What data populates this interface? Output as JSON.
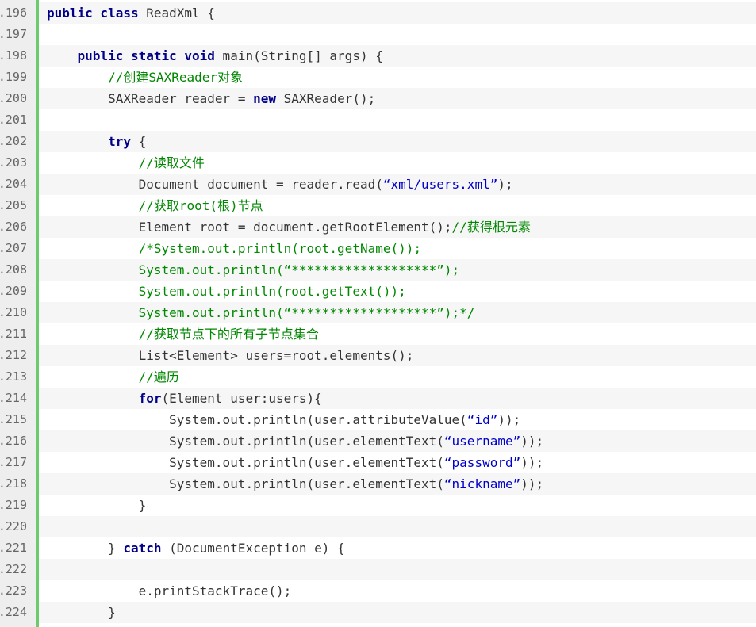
{
  "editor": {
    "lines": [
      {
        "num": "196.",
        "segs": [
          [
            "kw",
            "public class"
          ],
          [
            "pl",
            " ReadXml {"
          ]
        ]
      },
      {
        "num": "197.",
        "segs": []
      },
      {
        "num": "198.",
        "segs": [
          [
            "pl",
            "    "
          ],
          [
            "kw",
            "public static void"
          ],
          [
            "pl",
            " main(String[] args) {"
          ]
        ]
      },
      {
        "num": "199.",
        "segs": [
          [
            "pl",
            "        "
          ],
          [
            "cm",
            "//创建SAXReader对象"
          ]
        ]
      },
      {
        "num": "200.",
        "segs": [
          [
            "pl",
            "        SAXReader reader = "
          ],
          [
            "kw",
            "new"
          ],
          [
            "pl",
            " SAXReader();"
          ]
        ]
      },
      {
        "num": "201.",
        "segs": []
      },
      {
        "num": "202.",
        "segs": [
          [
            "pl",
            "        "
          ],
          [
            "kw",
            "try"
          ],
          [
            "pl",
            " {"
          ]
        ]
      },
      {
        "num": "203.",
        "segs": [
          [
            "pl",
            "            "
          ],
          [
            "cm",
            "//读取文件"
          ]
        ]
      },
      {
        "num": "204.",
        "segs": [
          [
            "pl",
            "            Document document = reader.read("
          ],
          [
            "st",
            "“xml/users.xml”"
          ],
          [
            "pl",
            ");"
          ]
        ]
      },
      {
        "num": "205.",
        "segs": [
          [
            "pl",
            "            "
          ],
          [
            "cm",
            "//获取root(根)节点"
          ]
        ]
      },
      {
        "num": "206.",
        "segs": [
          [
            "pl",
            "            Element root = document.getRootElement();"
          ],
          [
            "cm",
            "//获得根元素"
          ]
        ]
      },
      {
        "num": "207.",
        "segs": [
          [
            "pl",
            "            "
          ],
          [
            "cm",
            "/*System.out.println(root.getName());"
          ]
        ]
      },
      {
        "num": "208.",
        "segs": [
          [
            "pl",
            "            "
          ],
          [
            "cm",
            "System.out.println(“*******************”);"
          ]
        ]
      },
      {
        "num": "209.",
        "segs": [
          [
            "pl",
            "            "
          ],
          [
            "cm",
            "System.out.println(root.getText());"
          ]
        ]
      },
      {
        "num": "210.",
        "segs": [
          [
            "pl",
            "            "
          ],
          [
            "cm",
            "System.out.println(“*******************”);*/"
          ]
        ]
      },
      {
        "num": "211.",
        "segs": [
          [
            "pl",
            "            "
          ],
          [
            "cm",
            "//获取节点下的所有子节点集合"
          ]
        ]
      },
      {
        "num": "212.",
        "segs": [
          [
            "pl",
            "            List<Element> users=root.elements();"
          ]
        ]
      },
      {
        "num": "213.",
        "segs": [
          [
            "pl",
            "            "
          ],
          [
            "cm",
            "//遍历"
          ]
        ]
      },
      {
        "num": "214.",
        "segs": [
          [
            "pl",
            "            "
          ],
          [
            "kw",
            "for"
          ],
          [
            "pl",
            "(Element user:users){"
          ]
        ]
      },
      {
        "num": "215.",
        "segs": [
          [
            "pl",
            "                System.out.println(user.attributeValue("
          ],
          [
            "st",
            "“id”"
          ],
          [
            "pl",
            "));"
          ]
        ]
      },
      {
        "num": "216.",
        "segs": [
          [
            "pl",
            "                System.out.println(user.elementText("
          ],
          [
            "st",
            "“username”"
          ],
          [
            "pl",
            "));"
          ]
        ]
      },
      {
        "num": "217.",
        "segs": [
          [
            "pl",
            "                System.out.println(user.elementText("
          ],
          [
            "st",
            "“password”"
          ],
          [
            "pl",
            "));"
          ]
        ]
      },
      {
        "num": "218.",
        "segs": [
          [
            "pl",
            "                System.out.println(user.elementText("
          ],
          [
            "st",
            "“nickname”"
          ],
          [
            "pl",
            "));"
          ]
        ]
      },
      {
        "num": "219.",
        "segs": [
          [
            "pl",
            "            }"
          ]
        ]
      },
      {
        "num": "220.",
        "segs": []
      },
      {
        "num": "221.",
        "segs": [
          [
            "pl",
            "        } "
          ],
          [
            "kw",
            "catch"
          ],
          [
            "pl",
            " (DocumentException e) {"
          ]
        ]
      },
      {
        "num": "222.",
        "segs": []
      },
      {
        "num": "223.",
        "segs": [
          [
            "pl",
            "            e.printStackTrace();"
          ]
        ]
      },
      {
        "num": "224.",
        "segs": [
          [
            "pl",
            "        }"
          ]
        ]
      }
    ]
  },
  "colors": {
    "keyword": "#000088",
    "comment": "#008800",
    "string": "#0000cc",
    "plain": "#333333",
    "gutter": "#eeeeee",
    "gutter_rule": "#6ccb6c"
  }
}
